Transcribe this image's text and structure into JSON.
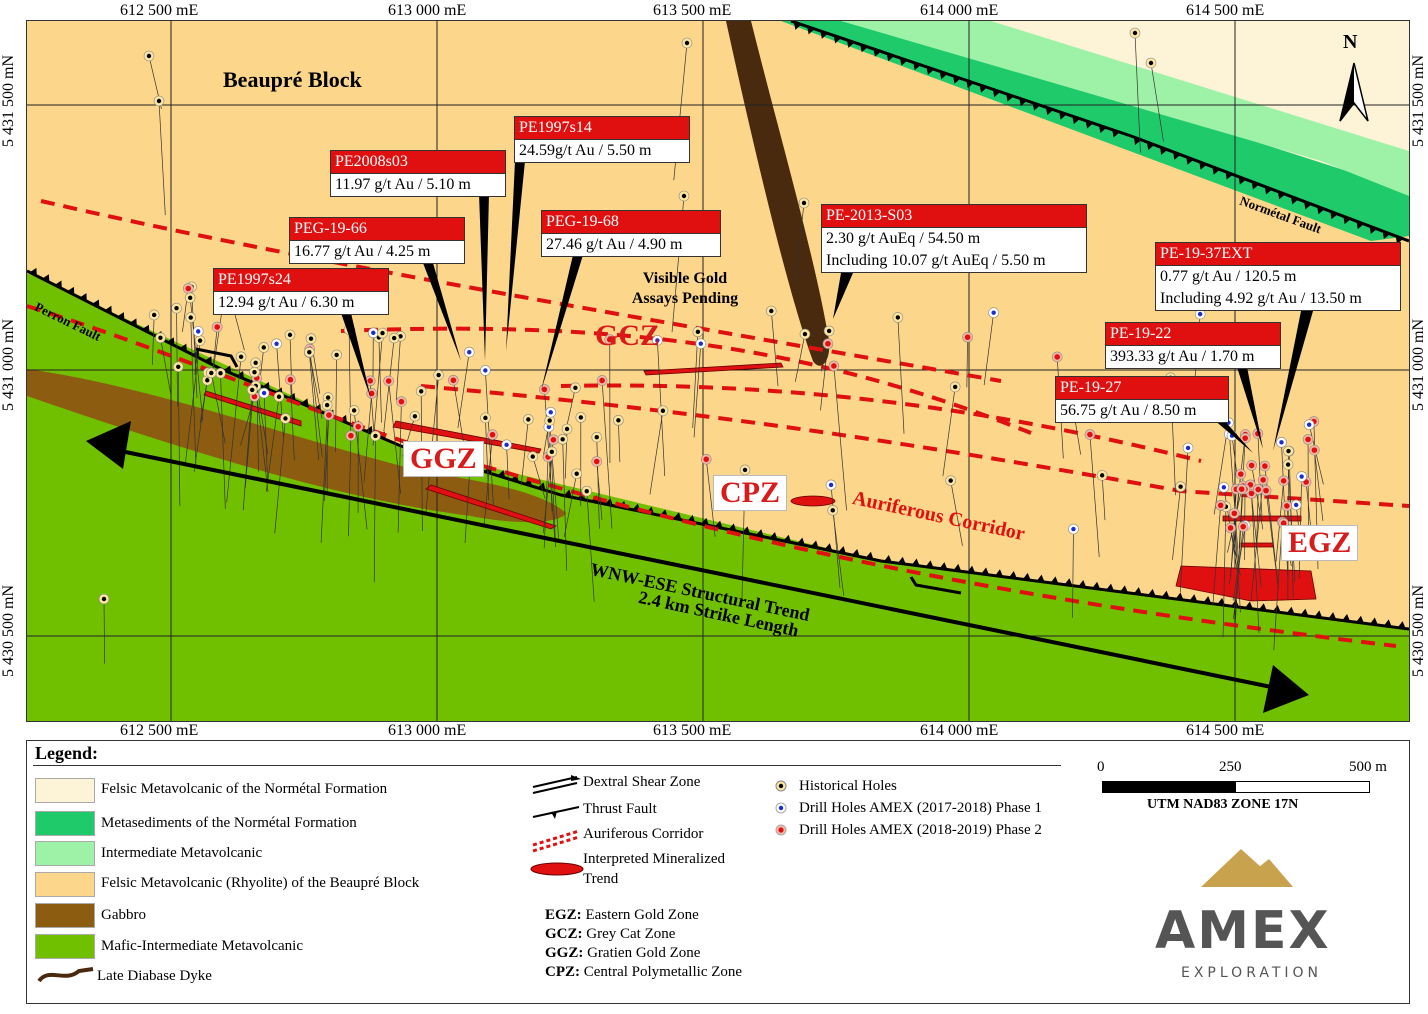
{
  "map": {
    "block_label": "Beaupré Block",
    "north_label": "N",
    "top_easting_labels": [
      "612 500 mE",
      "613 000 mE",
      "613 500 mE",
      "614 000 mE",
      "614 500 mE"
    ],
    "bottom_easting_labels": [
      "612 500 mE",
      "613 000 mE",
      "613 500 mE",
      "614 000 mE",
      "614 500 mE"
    ],
    "left_northing_labels": [
      "5 431 500 mN",
      "5 431 000 mN",
      "5 430 500 mN"
    ],
    "right_northing_labels": [
      "5 431 500 mN",
      "5 431 000 mN",
      "5 430 500 mN"
    ],
    "fault_labels": {
      "normetal": "Normétal Fault",
      "perron": "Perron Fault"
    },
    "zone_labels": {
      "gcz": "GCZ",
      "ggz": "GGZ",
      "cpz": "CPZ",
      "egz": "EGZ"
    },
    "corridor_label": "Auriferous Corridor",
    "trend_line1": "WNW-ESE Structural Trend",
    "trend_line2": "2.4 km Strike Length",
    "visible_gold_line1": "Visible Gold",
    "visible_gold_line2": "Assays Pending",
    "colors": {
      "felsic_normetal": "#fdf3d6",
      "metasediments": "#1fca6b",
      "intermediate": "#9ef2a8",
      "rhyolite": "#fcd68a",
      "gabbro": "#8c5d10",
      "mafic": "#71c000",
      "dyke": "#4a2a0e",
      "accent_red": "#e01010"
    }
  },
  "callouts": [
    {
      "id": "PE1997s14",
      "title": "PE1997s14",
      "lines": [
        "24.59g/t Au / 5.50 m"
      ]
    },
    {
      "id": "PE2008s03",
      "title": "PE2008s03",
      "lines": [
        "11.97 g/t Au / 5.10 m"
      ]
    },
    {
      "id": "PEG-19-66",
      "title": "PEG-19-66",
      "lines": [
        "16.77 g/t Au / 4.25 m"
      ]
    },
    {
      "id": "PEG-19-68",
      "title": "PEG-19-68",
      "lines": [
        "27.46 g/t Au / 4.90 m"
      ]
    },
    {
      "id": "PE1997s24",
      "title": "PE1997s24",
      "lines": [
        "12.94 g/t Au / 6.30 m"
      ]
    },
    {
      "id": "PE-2013-S03",
      "title": "PE-2013-S03",
      "lines": [
        "2.30 g/t AuEq / 54.50 m",
        "Including 10.07 g/t AuEq / 5.50 m"
      ]
    },
    {
      "id": "PE-19-37EXT",
      "title": "PE-19-37EXT",
      "lines": [
        "0.77 g/t Au / 120.5 m",
        "Including 4.92 g/t Au / 13.50 m"
      ]
    },
    {
      "id": "PE-19-22",
      "title": "PE-19-22",
      "lines": [
        "393.33 g/t Au / 1.70 m"
      ]
    },
    {
      "id": "PE-19-27",
      "title": "PE-19-27",
      "lines": [
        "56.75 g/t Au / 8.50 m"
      ]
    }
  ],
  "legend": {
    "title": "Legend:",
    "units": [
      {
        "label": "Felsic Metavolcanic of the Normétal Formation",
        "color": "#fdf3d6"
      },
      {
        "label": "Metasediments of the Normétal Formation",
        "color": "#1fca6b"
      },
      {
        "label": "Intermediate Metavolcanic",
        "color": "#9ef2a8"
      },
      {
        "label": "Felsic Metavolcanic (Rhyolite) of the Beaupré Block",
        "color": "#fcd68a"
      },
      {
        "label": "Gabbro",
        "color": "#8c5d10"
      },
      {
        "label": "Mafic-Intermediate Metavolcanic",
        "color": "#71c000"
      }
    ],
    "dyke_label": "Late Diabase Dyke",
    "structures": {
      "dextral": "Dextral Shear Zone",
      "thrust": "Thrust Fault",
      "corridor": "Auriferous Corridor",
      "trend_line1": "Interpreted Mineralized",
      "trend_line2": "Trend"
    },
    "abbreviations": [
      {
        "abbr": "EGZ:",
        "text": "Eastern Gold Zone"
      },
      {
        "abbr": "GCZ:",
        "text": "Grey Cat Zone"
      },
      {
        "abbr": "GGZ:",
        "text": "Gratien Gold Zone"
      },
      {
        "abbr": "CPZ:",
        "text": "Central Polymetallic Zone"
      }
    ],
    "holes": {
      "historical": "Historical Holes",
      "phase1": "Drill Holes AMEX (2017-2018) Phase 1",
      "phase2": "Drill Holes AMEX (2018-2019) Phase 2"
    },
    "scale": {
      "start": "0",
      "mid": "250",
      "end": "500 m",
      "datum": "UTM NAD83 ZONE 17N"
    },
    "logo": {
      "name": "AMEX",
      "subtitle": "EXPLORATION"
    }
  }
}
